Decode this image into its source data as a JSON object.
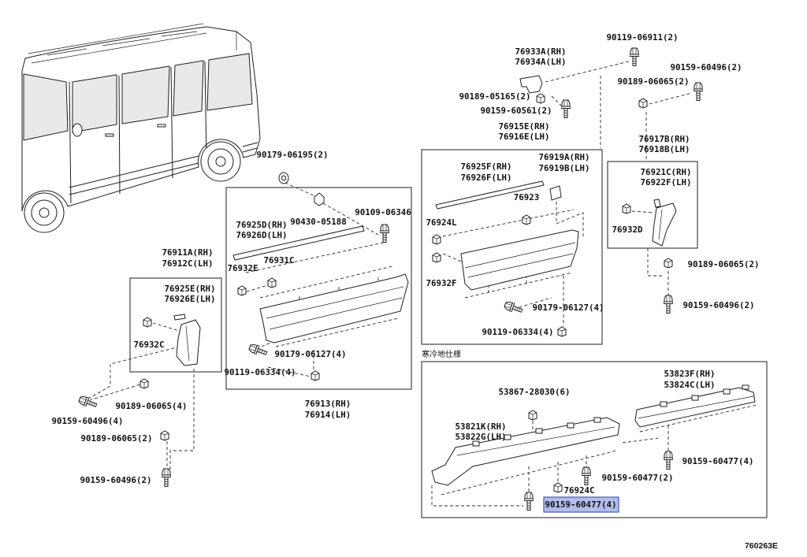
{
  "diagram": {
    "callouts": [
      {
        "lines": [
          "90119-06911(2)"
        ]
      },
      {
        "lines": [
          "76933A(RH)",
          "76934A(LH)"
        ]
      },
      {
        "lines": [
          "90159-60496(2)"
        ]
      },
      {
        "lines": [
          "90189-06065(2)"
        ]
      },
      {
        "lines": [
          "90189-05165(2)"
        ]
      },
      {
        "lines": [
          "90159-60561(2)"
        ]
      },
      {
        "lines": [
          "76915E(RH)",
          "76916E(LH)"
        ]
      },
      {
        "lines": [
          "76917B(RH)",
          "76918B(LH)"
        ]
      },
      {
        "lines": [
          "90179-06195(2)"
        ]
      },
      {
        "lines": [
          "76925F(RH)",
          "76926F(LH)"
        ]
      },
      {
        "lines": [
          "76919A(RH)",
          "76919B(LH)"
        ]
      },
      {
        "lines": [
          "76921C(RH)",
          "76922F(LH)"
        ]
      },
      {
        "lines": [
          "76923"
        ]
      },
      {
        "lines": [
          "90430-05188"
        ]
      },
      {
        "lines": [
          "90109-06346"
        ]
      },
      {
        "lines": [
          "76925D(RH)",
          "76926D(LH)"
        ]
      },
      {
        "lines": [
          "76924L"
        ]
      },
      {
        "lines": [
          "76932D"
        ]
      },
      {
        "lines": [
          "76911A(RH)",
          "76912C(LH)"
        ]
      },
      {
        "lines": [
          "76931C"
        ]
      },
      {
        "lines": [
          "76932E"
        ]
      },
      {
        "lines": [
          "90189-06065(2)"
        ]
      },
      {
        "lines": [
          "76925E(RH)",
          "76926E(LH)"
        ]
      },
      {
        "lines": [
          "76932F"
        ]
      },
      {
        "lines": [
          "90159-60496(2)"
        ]
      },
      {
        "lines": [
          "90179-06127(4)"
        ]
      },
      {
        "lines": [
          "90119-06334(4)"
        ]
      },
      {
        "lines": [
          "76932C"
        ]
      },
      {
        "lines": [
          "90179-06127(4)"
        ]
      },
      {
        "lines": [
          "90119-06334(4)"
        ]
      },
      {
        "lines": [
          "53823F(RH)",
          "53824C(LH)"
        ]
      },
      {
        "lines": [
          "90189-06065(4)"
        ]
      },
      {
        "lines": [
          "90159-60496(4)"
        ]
      },
      {
        "lines": [
          "53867-28030(6)"
        ]
      },
      {
        "lines": [
          "76913(RH)",
          "76914(LH)"
        ]
      },
      {
        "lines": [
          "53821K(RH)",
          "53822G(LH)"
        ]
      },
      {
        "lines": [
          "90189-06065(2)"
        ]
      },
      {
        "lines": [
          "90159-60477(4)"
        ]
      },
      {
        "lines": [
          "90159-60496(2)"
        ]
      },
      {
        "lines": [
          "90159-60477(2)"
        ]
      },
      {
        "lines": [
          "76924C"
        ]
      },
      {
        "lines": [
          "90159-60477(4)"
        ]
      }
    ],
    "region_label": "寒冷地仕様",
    "figure_code": "760263E"
  },
  "colors": {
    "highlight_fill": "#b3bdea",
    "highlight_border": "#4a5ab2"
  }
}
